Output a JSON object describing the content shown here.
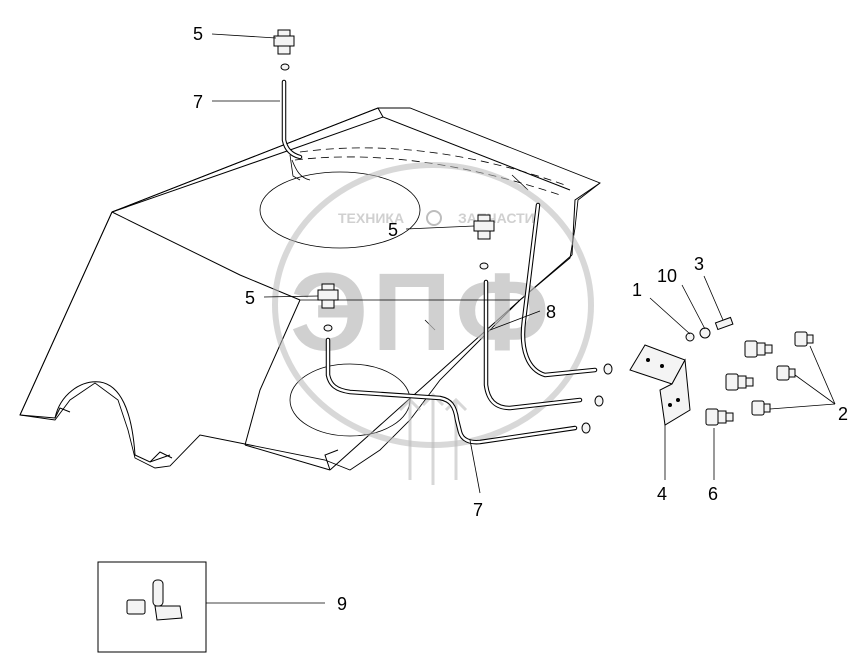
{
  "watermark": {
    "top_text": "ТЕХНИКА",
    "top_text_right": "ЗАПЧАСТИ",
    "logo_letters": "ЭПФ"
  },
  "callouts": [
    {
      "id": "label-5-top",
      "text": "5"
    },
    {
      "id": "label-7-top",
      "text": "7"
    },
    {
      "id": "label-5-middle",
      "text": "5"
    },
    {
      "id": "label-5-left",
      "text": "5"
    },
    {
      "id": "label-8",
      "text": "8"
    },
    {
      "id": "label-1",
      "text": "1"
    },
    {
      "id": "label-10",
      "text": "10"
    },
    {
      "id": "label-3",
      "text": "3"
    },
    {
      "id": "label-2",
      "text": "2"
    },
    {
      "id": "label-4",
      "text": "4"
    },
    {
      "id": "label-6",
      "text": "6"
    },
    {
      "id": "label-7-bottom",
      "text": "7"
    },
    {
      "id": "label-9",
      "text": "9"
    }
  ],
  "colors": {
    "ink": "#000000",
    "paper": "#ffffff",
    "watermark": "#b8b8b8"
  }
}
